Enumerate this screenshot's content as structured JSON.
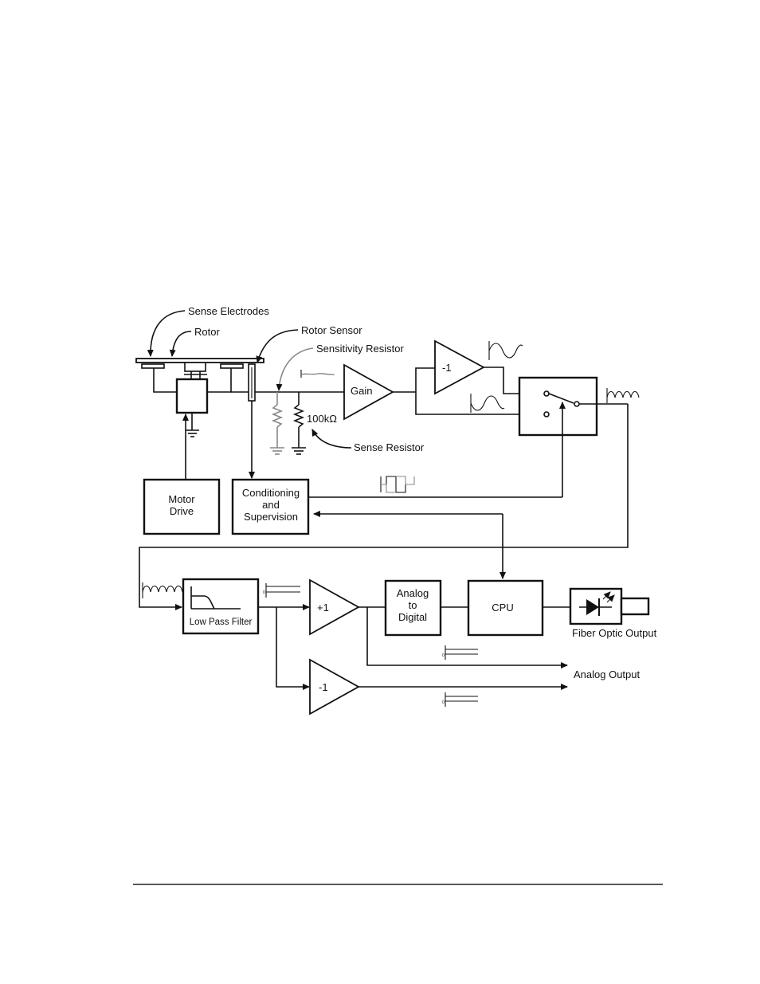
{
  "labels": {
    "sense_electrodes": "Sense Electrodes",
    "rotor": "Rotor",
    "rotor_sensor": "Rotor Sensor",
    "sensitivity_resistor": "Sensitivity Resistor",
    "sense_resistor": "Sense Resistor",
    "resistor_value": "100kΩ",
    "gain": "Gain",
    "inverter_top": "-1",
    "motor_drive_line1": "Motor",
    "motor_drive_line2": "Drive",
    "cond_line1": "Conditioning",
    "cond_line2": "and",
    "cond_line3": "Supervision",
    "low_pass_filter": "Low Pass Filter",
    "buffer": "+1",
    "inverter_bottom": "-1",
    "adc_line1": "Analog",
    "adc_line2": "to",
    "adc_line3": "Digital",
    "cpu": "CPU",
    "fiber_optic_output": "Fiber Optic Output",
    "analog_output": "Analog Output",
    "zero_mark": "0"
  },
  "icons": [
    "ground-icon",
    "resistor-icon",
    "switch-icon",
    "led-icon",
    "sine-wave-icon",
    "square-wave-icon",
    "rectified-wave-icon",
    "lowpass-response-icon"
  ]
}
